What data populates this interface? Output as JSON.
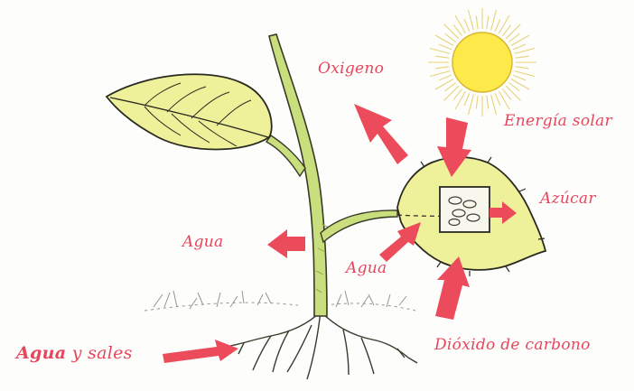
{
  "labels": {
    "oxygen": "Oxigeno",
    "solar_energy": "Energía solar",
    "sugar": "Azúcar",
    "water_left": "Agua",
    "water_leaf": "Agua",
    "co2": "Dióxido de carbono",
    "water_salts_bold": "Agua",
    "water_salts_rest": " y sales"
  },
  "colors": {
    "label_red": "#e8455c",
    "arrow_red": "#ec4b5c",
    "leaf_fill": "#eef09a",
    "stem_fill": "#c9de7c",
    "sun_fill": "#fde94a",
    "outline": "#2a2a20"
  },
  "icons": [
    "sun-icon",
    "leaf-icon",
    "chloroplast-icon",
    "arrow-icon",
    "roots-icon"
  ]
}
